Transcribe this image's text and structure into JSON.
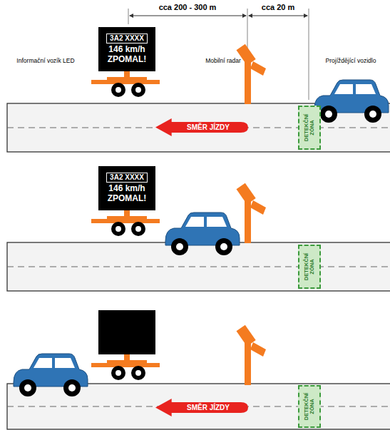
{
  "diagram": {
    "nodes": [
      {
        "text": [
          "3A2 XXXX",
          "146 km/h",
          "ZPOMAL!"
        ]
      },
      {
        "text": [
          "DETEKČNÍ ZÓNA"
        ]
      },
      {
        "text": [
          "SMĚR JÍZDY"
        ]
      },
      {
        "text": [
          "3A2 XXXX",
          "146 km/h",
          "ZPOMAL!"
        ]
      },
      {
        "text": [
          "DETEKČNÍ ZÓNA"
        ]
      },
      {
        "text": [
          "DETEKČNÍ ZÓNA"
        ]
      },
      {
        "text": [
          "SMĚR JÍZDY"
        ]
      }
    ],
    "labels": [
      "cca 200 - 300 m",
      "cca 20 m",
      "Informační vozík LED",
      "Mobilní radar",
      "Projíždějící vozidlo"
    ]
  }
}
